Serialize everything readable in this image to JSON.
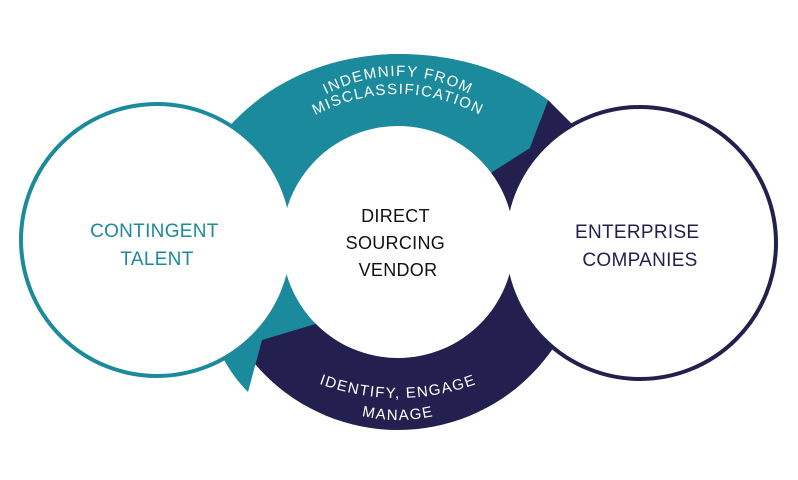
{
  "colors": {
    "teal": "#1a8a9c",
    "navy": "#23204f",
    "white": "#ffffff",
    "center_text": "#111111"
  },
  "left_node": {
    "lines": [
      "CONTINGENT",
      "TALENT"
    ]
  },
  "center_node": {
    "lines": [
      "DIRECT",
      "SOURCING",
      "VENDOR"
    ]
  },
  "right_node": {
    "lines": [
      "ENTERPRISE",
      "COMPANIES"
    ]
  },
  "top_arc": {
    "lines": [
      "INDEMNIFY FROM",
      "MISCLASSIFICATION"
    ]
  },
  "bottom_arc": {
    "lines": [
      "IDENTIFY, ENGAGE",
      "MANAGE"
    ]
  }
}
